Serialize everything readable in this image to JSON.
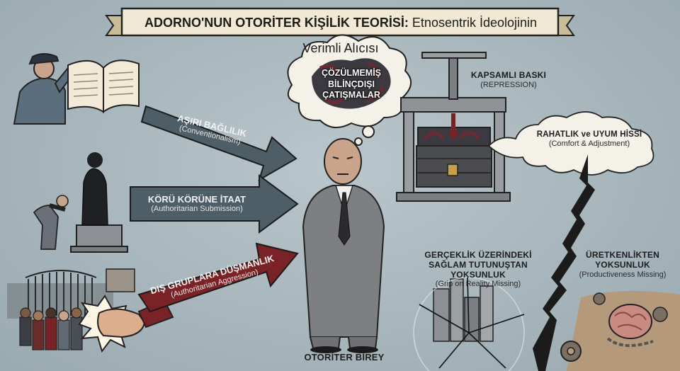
{
  "banner": {
    "title_bold": "ADORNO'NUN OTORİTER KİŞİLİK TEORİSİ:",
    "title_rest": " Etnosentrik İdeolojinin Verimli Alıcısı"
  },
  "arrows": [
    {
      "main": "AŞIRI BAĞLILIK",
      "sub": "(Conventionalism)",
      "color": "#4d5e66"
    },
    {
      "main": "KÖRÜ KÖRÜNE İTAAT",
      "sub": "(Authoritarian Submission)",
      "color": "#4d5e66"
    },
    {
      "main": "DIŞ GRUPLARA DÜŞMANLIK",
      "sub": "(Authoritarian Aggression)",
      "color": "#7a2226"
    }
  ],
  "center": {
    "label": "OTORİTER BİREY"
  },
  "cloud": {
    "line1": "ÇÖZÜLMEMİŞ",
    "line2": "BİLİNÇDIŞI",
    "line3": "ÇATIŞMALAR"
  },
  "press": {
    "main": "KAPSAMLI BASKI",
    "sub": "(REPRESSION)"
  },
  "comfort": {
    "main": "RAHATLIK ve UYUM HİSSİ",
    "sub": "(Comfort & Adjustment)"
  },
  "reality": {
    "line1": "GERÇEKLİK ÜZERİNDEKİ",
    "line2": "SAĞLAM TUTUNUŞTAN YOKSUNLUK",
    "sub": "(Grip on Reality Missing)"
  },
  "productive": {
    "line1": "ÜRETKENLİKTEN",
    "line2": "YOKSUNLUK",
    "sub": "(Productiveness Missing)"
  },
  "colors": {
    "background": "#a9b7bd",
    "arrow_gray": "#4d5e66",
    "arrow_red": "#7a2226",
    "banner": "#f1e9d3"
  }
}
